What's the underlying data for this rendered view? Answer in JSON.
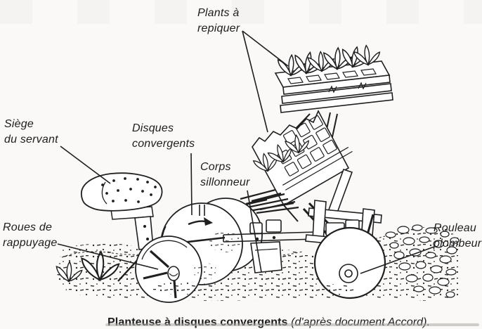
{
  "figure": {
    "labels": {
      "plants": {
        "line1": "Plants à",
        "line2": "repiquer"
      },
      "seat": {
        "line1": "Siège",
        "line2": "du servant"
      },
      "discs": {
        "line1": "Disques",
        "line2": "convergents"
      },
      "furrower": {
        "line1": "Corps",
        "line2": "sillonneur"
      },
      "press_wheels": {
        "line1": "Roues de",
        "line2": "rappuyage"
      },
      "roller": {
        "line1": "Rouleau",
        "line2": "plombeur"
      }
    },
    "caption": {
      "title": "Planteuse à disques convergents",
      "source": " (d'après document Accord)."
    },
    "colors": {
      "ink": "#1f1f1f",
      "paper": "#faf9f7"
    }
  }
}
